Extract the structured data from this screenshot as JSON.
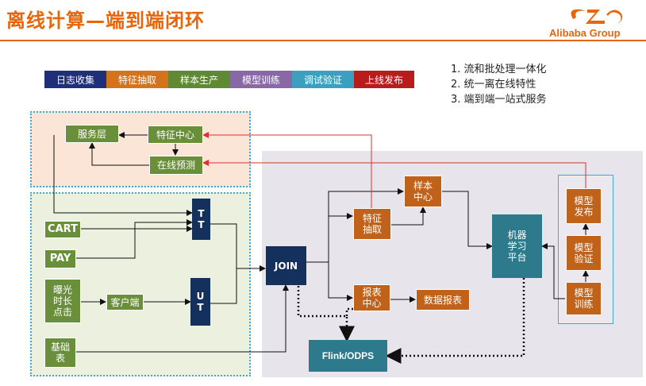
{
  "title": "离线计算—端到端闭环",
  "logo": {
    "brand": "Alibaba Group"
  },
  "legend": [
    {
      "label": "日志收集",
      "color": "#1f2f7a"
    },
    {
      "label": "特征抽取",
      "color": "#d5731c"
    },
    {
      "label": "样本生产",
      "color": "#5f8a33"
    },
    {
      "label": "模型训练",
      "color": "#8869a6"
    },
    {
      "label": "调试验证",
      "color": "#3aa0be"
    },
    {
      "label": "上线发布",
      "color": "#b81c1c"
    }
  ],
  "points": [
    "1.  流和批处理一体化",
    "2.  统一离在线特性",
    "3.  端到端一站式服务"
  ],
  "nodes": {
    "service_layer": "服务层",
    "feature_center": "特征中心",
    "online_predict": "在线预测",
    "cart": "CART",
    "pay": "PAY",
    "exposure": [
      "曝光",
      "时长",
      "点击"
    ],
    "client": "客户端",
    "basic": [
      "基础",
      "表"
    ],
    "tt": [
      "T",
      "T"
    ],
    "ut": [
      "U",
      "T"
    ],
    "join": "JOIN",
    "feature_extract": [
      "特征",
      "抽取"
    ],
    "sample_center": [
      "样本",
      "中心"
    ],
    "report_center": [
      "报表",
      "中心"
    ],
    "data_report": "数据报表",
    "flink": "Flink/ODPS",
    "ml_platform": [
      "机器",
      "学习",
      "平台"
    ],
    "model_release": [
      "模型",
      "发布"
    ],
    "model_verify": [
      "模型",
      "验证"
    ],
    "model_train": [
      "模型",
      "训练"
    ]
  }
}
